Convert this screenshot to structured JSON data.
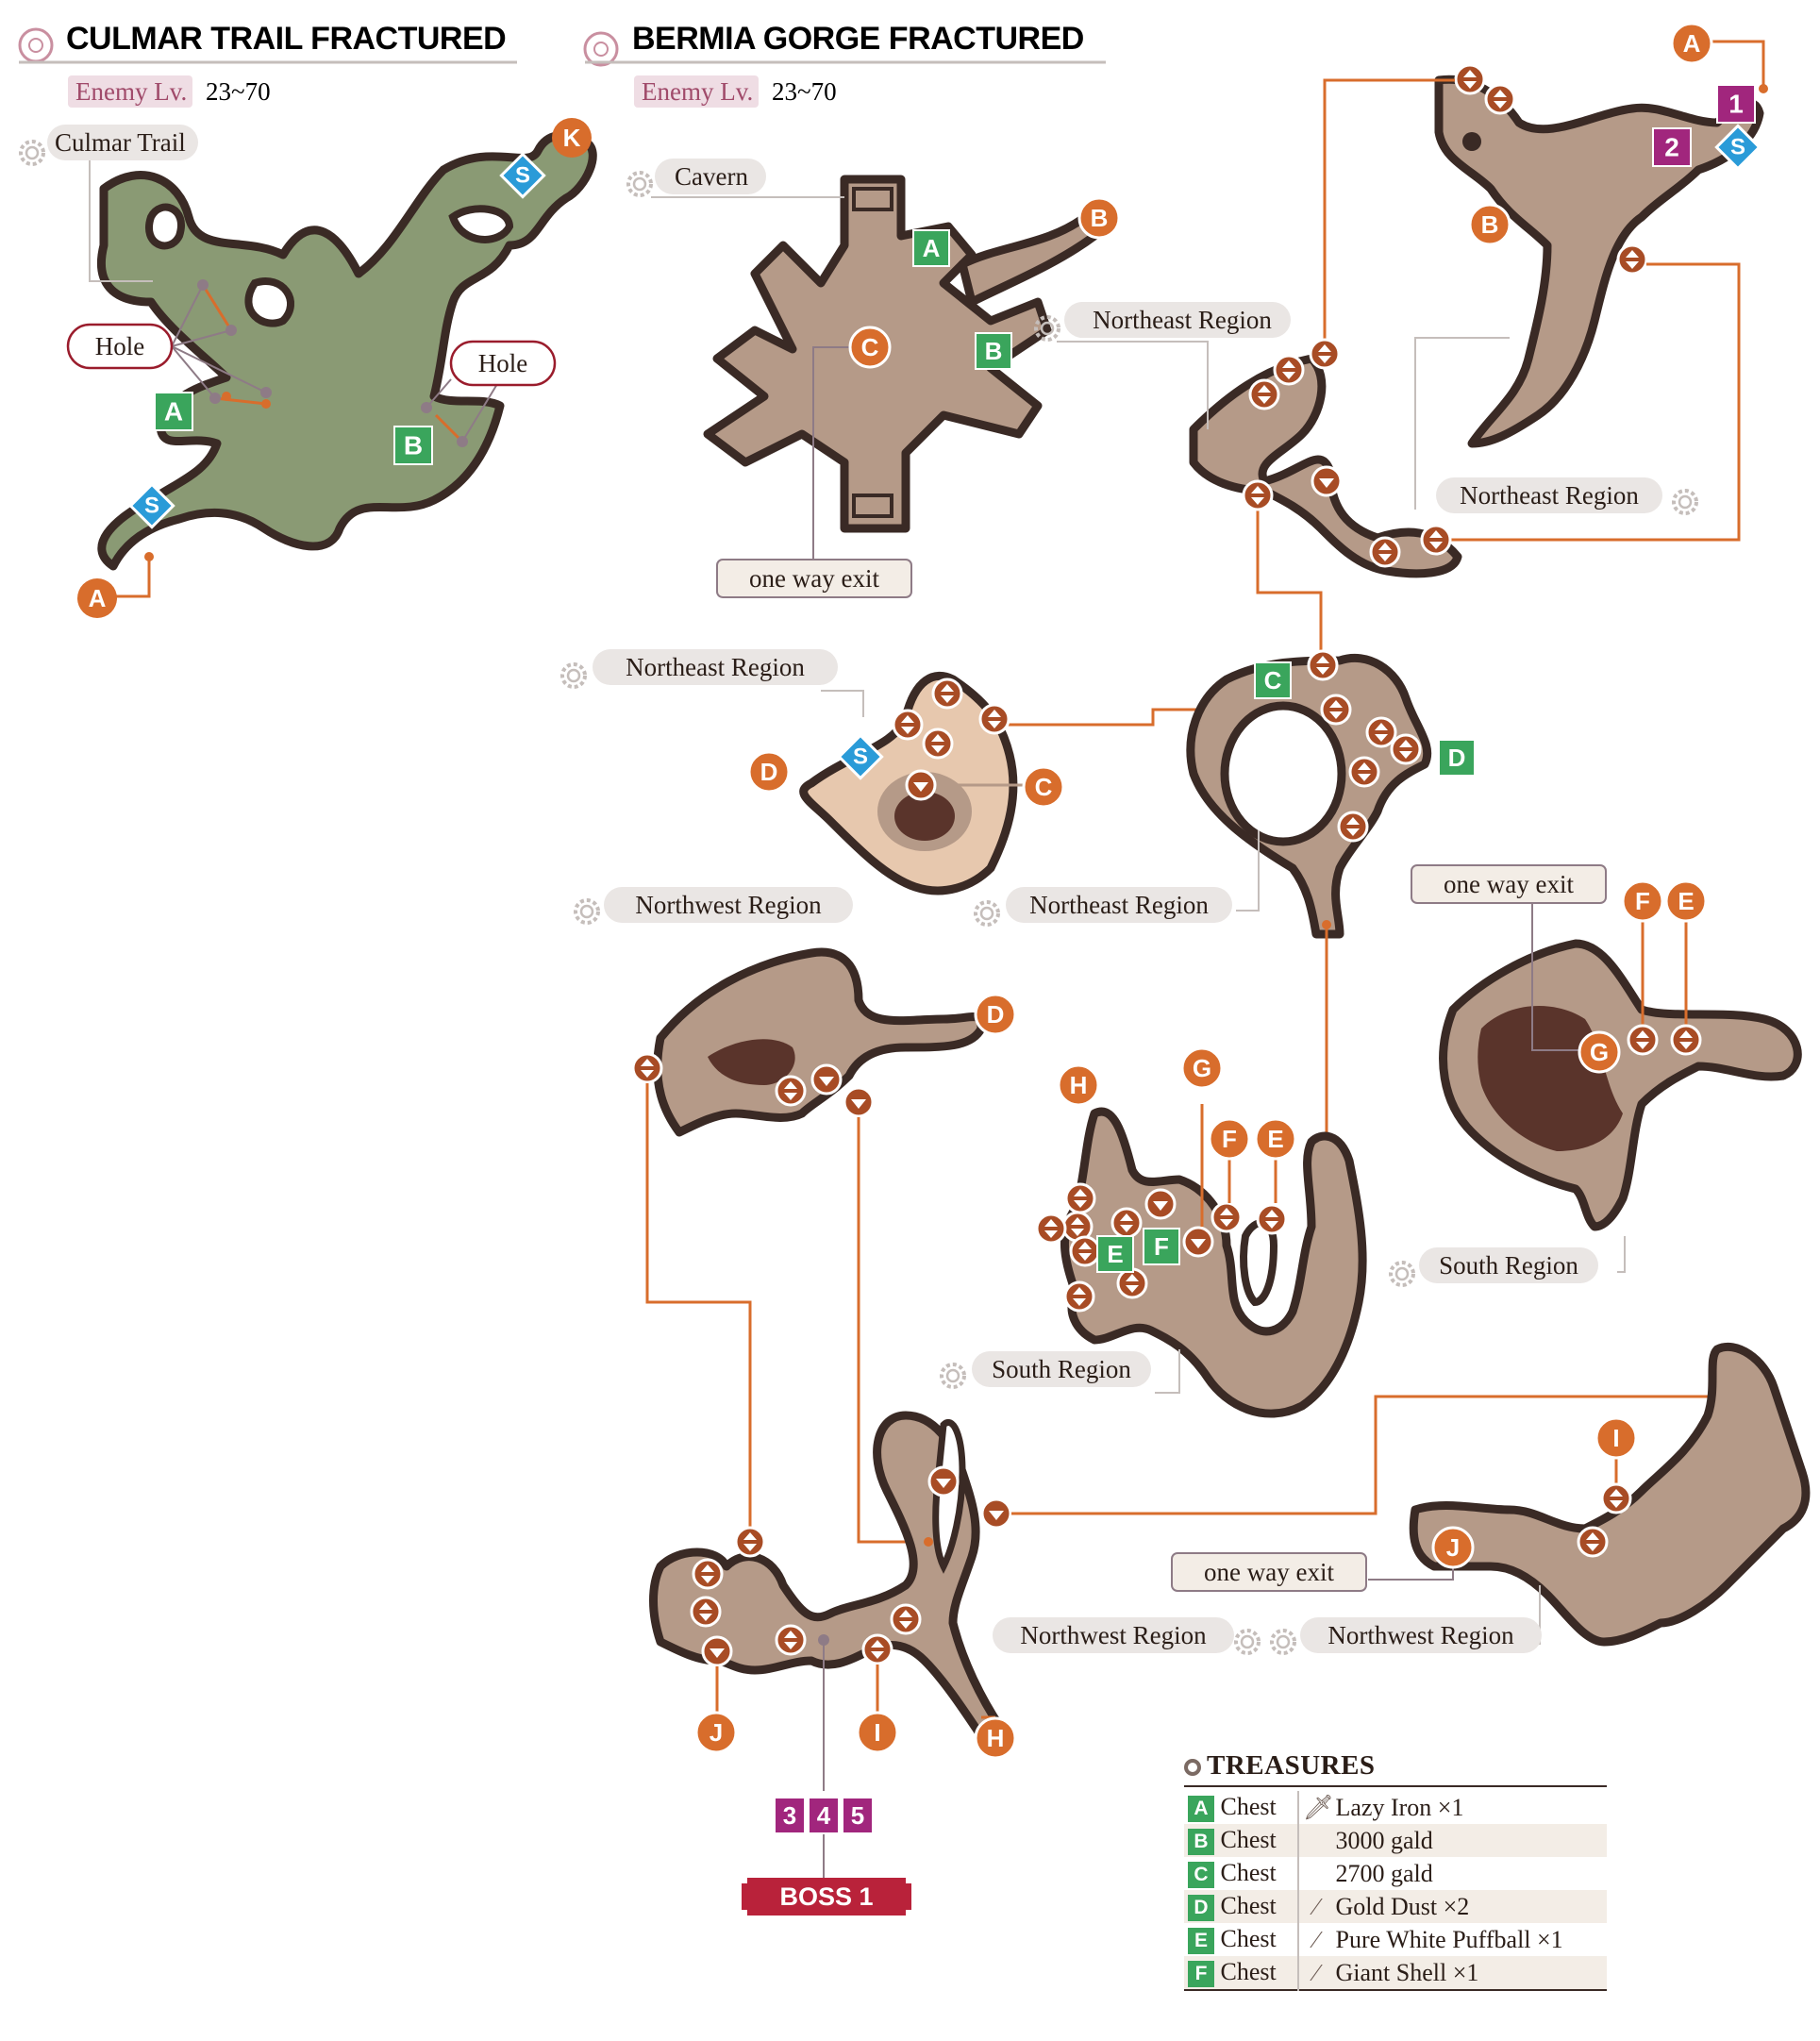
{
  "colors": {
    "culmar_floor": "#8a9a74",
    "gorge_floor": "#b59a88",
    "gorge_floor_light": "#e7c8ae",
    "pit": "#5a342b",
    "wall": "#3a2a25",
    "exit_marker": "#d86d2c",
    "transition_marker": "#a84c25",
    "chest_badge": "#3aa55c",
    "save_diamond": "#2a9bd8",
    "numbered_box": "#a1267d",
    "boss_banner": "#b9223a",
    "hole_label_border": "#9a1c2c",
    "enemy_tag_bg": "#efdde4",
    "enemy_tag_text": "#a04a6a",
    "label_bg": "#eae6e4",
    "leader_line": "#d86d2c"
  },
  "culmar": {
    "title": "CULMAR TRAIL FRACTURED",
    "enemy_label": "Enemy Lv.",
    "enemy_value": "23~70",
    "trail_label": "Culmar Trail",
    "hole_label": "Hole",
    "exits": {
      "a": "A",
      "k": "K"
    },
    "chests": {
      "a": "A",
      "b": "B"
    },
    "save": "S"
  },
  "bermia": {
    "title": "BERMIA GORGE FRACTURED",
    "enemy_label": "Enemy Lv.",
    "enemy_value": "23~70",
    "labels": {
      "cavern": "Cavern",
      "northeast": "Northeast Region",
      "northwest": "Northwest Region",
      "south": "South Region",
      "one_way_exit": "one way exit"
    },
    "letters": {
      "a": "A",
      "b": "B",
      "c": "C",
      "d": "D",
      "e": "E",
      "f": "F",
      "g": "G",
      "h": "H",
      "i": "I",
      "j": "J"
    },
    "save": "S",
    "numbers": [
      "1",
      "2",
      "3",
      "4",
      "5"
    ],
    "boss": "BOSS 1"
  },
  "treasures": {
    "title": "TREASURES",
    "rows": [
      {
        "id": "A",
        "kind": "Chest",
        "icon": "sword-icon",
        "item": "Lazy Iron ×1"
      },
      {
        "id": "B",
        "kind": "Chest",
        "icon": "",
        "item": "3000 gald"
      },
      {
        "id": "C",
        "kind": "Chest",
        "icon": "",
        "item": "2700 gald"
      },
      {
        "id": "D",
        "kind": "Chest",
        "icon": "material-icon",
        "item": "Gold Dust ×2"
      },
      {
        "id": "E",
        "kind": "Chest",
        "icon": "material-icon",
        "item": "Pure White Puffball ×1"
      },
      {
        "id": "F",
        "kind": "Chest",
        "icon": "material-icon",
        "item": "Giant Shell ×1"
      }
    ]
  }
}
